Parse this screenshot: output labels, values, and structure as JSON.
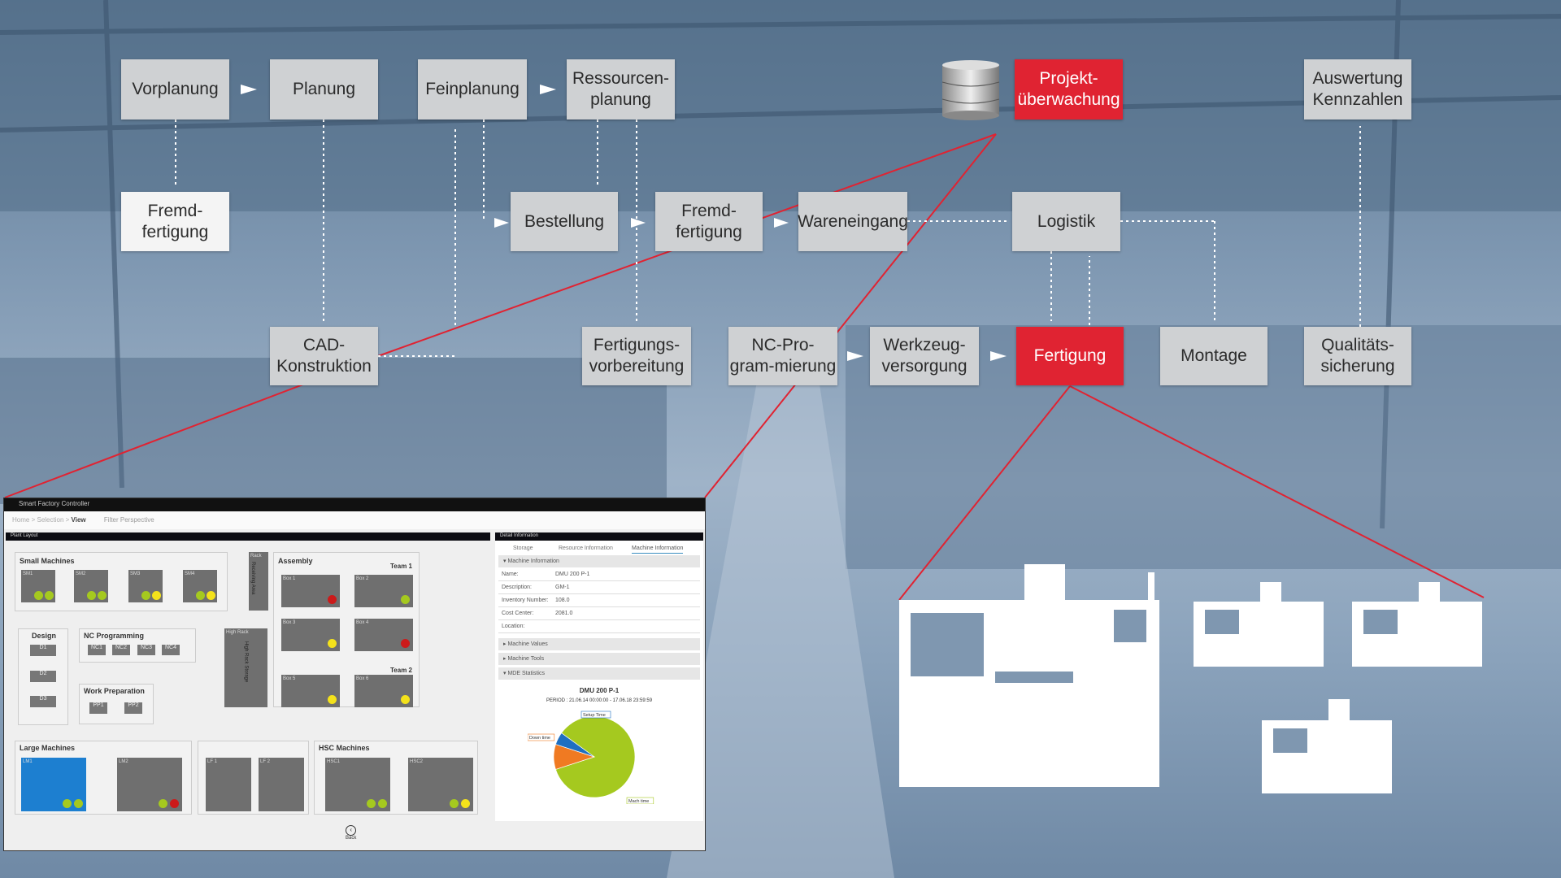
{
  "flow": {
    "vorplanung": "Vorplanung",
    "planung": "Planung",
    "feinplanung": "Feinplanung",
    "ressourcenplanung": "Ressourcen-\nplanung",
    "projektueberwachung": "Projekt-\nüberwachung",
    "auswertung": "Auswertung\nKennzahlen",
    "fremdfertigung1": "Fremd-\nfertigung",
    "bestellung": "Bestellung",
    "fremdfertigung2": "Fremd-\nfertigung",
    "wareneingang": "Wareneingang",
    "logistik": "Logistik",
    "cad": "CAD-\nKonstruktion",
    "fertigungsvorbereitung": "Fertigungs-\nvorbereitung",
    "nc": "NC-Pro-\ngram-mierung",
    "werkzeug": "Werkzeug-\nversorgung",
    "fertigung": "Fertigung",
    "montage": "Montage",
    "qualitaet": "Qualitäts-\nsicherung"
  },
  "colors": {
    "accent_red": "#e02332",
    "box_gray": "#cfd1d3",
    "status_green": "#a5c91f",
    "status_yellow": "#f4e21b",
    "status_red": "#cc1a1a"
  },
  "app": {
    "title": "Smart Factory Controller",
    "breadcrumb": {
      "home": "Home",
      "sep": ">",
      "selection": "Selection",
      "view": "View",
      "filter": "Filter Perspective"
    },
    "plant_layout": {
      "header": "Plant Layout",
      "small_machines": {
        "title": "Small Machines",
        "items": [
          "SM1",
          "SM2",
          "SM3",
          "SM4"
        ]
      },
      "receiving": "Receiving Area",
      "rack": "Rack",
      "assembly": {
        "title": "Assembly",
        "team1": "Team 1",
        "team2": "Team 2",
        "boxes": [
          "Box 1",
          "Box 2",
          "Box 3",
          "Box 4",
          "Box 5",
          "Box 6"
        ]
      },
      "design": {
        "title": "Design",
        "items": [
          "D1",
          "D2",
          "D3"
        ]
      },
      "nc": {
        "title": "NC Programming",
        "items": [
          "NC1",
          "NC2",
          "NC3",
          "NC4"
        ]
      },
      "work_prep": {
        "title": "Work Preparation",
        "items": [
          "PP1",
          "PP2"
        ]
      },
      "high_rack": {
        "label": "High Rack",
        "storage": "High Rack Storage"
      },
      "large_machines": {
        "title": "Large Machines",
        "items": [
          "LM1",
          "LM2"
        ]
      },
      "lf": {
        "items": [
          "LF 1",
          "LF 2"
        ]
      },
      "hsc": {
        "title": "HSC Machines",
        "items": [
          "HSC1",
          "HSC2"
        ]
      }
    },
    "detail": {
      "header": "Detail Information",
      "tabs": [
        "Storage",
        "Resource Information",
        "Machine Information"
      ],
      "active_tab": 2,
      "machine_info": {
        "title": "Machine Information",
        "fields": [
          {
            "label": "Name:",
            "value": "DMU 200 P-1"
          },
          {
            "label": "Description:",
            "value": "GM-1"
          },
          {
            "label": "Inventory Number:",
            "value": "108.0"
          },
          {
            "label": "Cost Center:",
            "value": "2081.0"
          },
          {
            "label": "Location:",
            "value": ""
          }
        ]
      },
      "sections": [
        "Machine Values",
        "Machine Tools",
        "MDE Statistics"
      ],
      "stats_title": "DMU 200 P-1",
      "period": "PERIOD : 21.06.14 00:00:00 - 17.06.18 23:59:59"
    },
    "back": "Back"
  },
  "chart_data": {
    "type": "pie",
    "title": "DMU 200 P-1",
    "slices": [
      {
        "label": "Mach time",
        "value": 85,
        "color": "#a5c91f"
      },
      {
        "label": "Down time",
        "value": 10,
        "color": "#f07a22"
      },
      {
        "label": "Setup Time",
        "value": 5,
        "color": "#1f6fc1"
      }
    ]
  }
}
